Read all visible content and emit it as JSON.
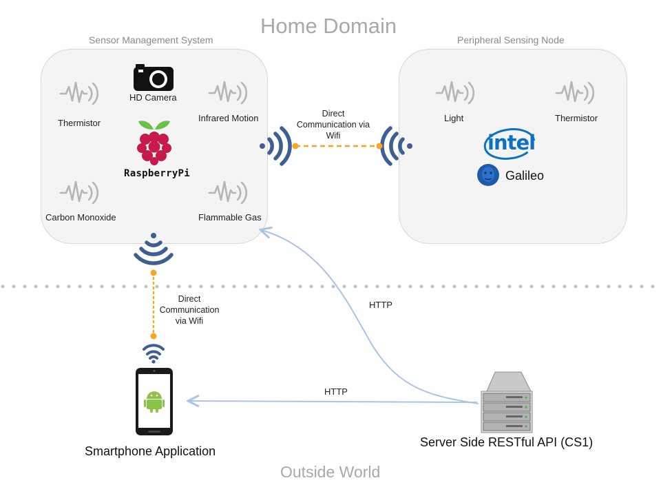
{
  "zones": {
    "home": "Home Domain",
    "outside": "Outside World"
  },
  "sensor_system": {
    "title": "Sensor Management System",
    "sensors": {
      "thermistor": "Thermistor",
      "hd_camera": "HD Camera",
      "infrared_motion": "Infrared Motion",
      "carbon_monoxide": "Carbon Monoxide",
      "flammable_gas": "Flammable Gas"
    },
    "board_logo_text": "RaspberryPi"
  },
  "peripheral_node": {
    "title": "Peripheral Sensing Node",
    "sensors": {
      "light": "Light",
      "thermistor": "Thermistor"
    },
    "intel_logo_text": "intel",
    "board_label": "Galileo"
  },
  "links": {
    "wifi_between_nodes": [
      "Direct",
      "Communication via",
      "Wifi"
    ],
    "wifi_to_phone": [
      "Direct",
      "Communication",
      "via Wifi"
    ],
    "http_top": "HTTP",
    "http_bottom": "HTTP"
  },
  "endpoints": {
    "phone": "Smartphone Application",
    "server": "Server Side RESTful API (CS1)"
  },
  "colors": {
    "box_fill": "#f4f4f4",
    "wifi_blue": "#3d5f91",
    "dashed_orange": "#f5a623",
    "http_line": "#a7c4e8",
    "android_green": "#8bc34a",
    "raspberry_red": "#c51a4a",
    "intel_blue": "#0b71c5"
  },
  "icons": [
    "sensor-wave-icon",
    "camera-icon",
    "raspberry-icon",
    "wifi-icon",
    "intel-logo-icon",
    "galileo-face-icon",
    "smartphone-icon",
    "android-icon",
    "server-icon"
  ]
}
